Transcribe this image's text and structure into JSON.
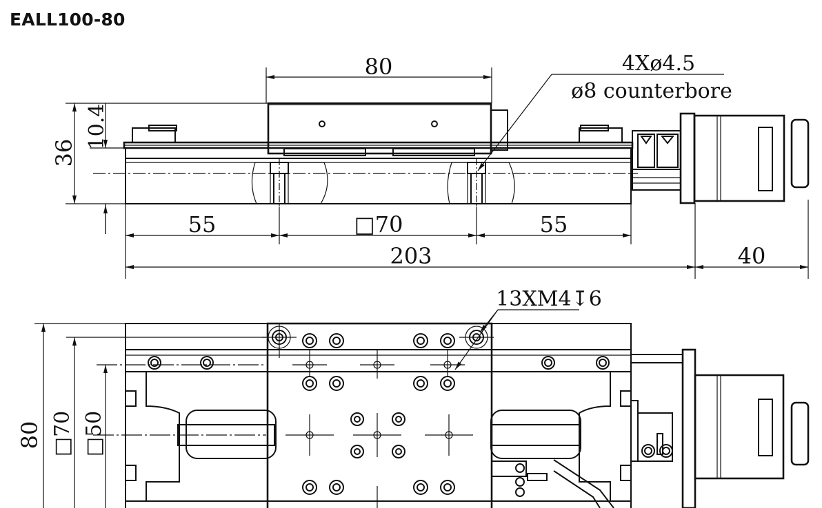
{
  "title": "EALL100-80",
  "dimensions": {
    "top_width": "80",
    "hole_spec_line1": "4Xø4.5",
    "hole_spec_line2": "ø8 counterbore",
    "height_total": "36",
    "height_carriage": "10.4",
    "left_span": "55",
    "center_span": "□70",
    "right_span": "55",
    "overall_length": "203",
    "motor_length": "40",
    "tapped_holes": "13XM4↧6",
    "plan_width": "80",
    "plan_square_70": "□70",
    "plan_square_50": "□50"
  },
  "colors": {
    "line": "#111111",
    "background": "#ffffff"
  }
}
